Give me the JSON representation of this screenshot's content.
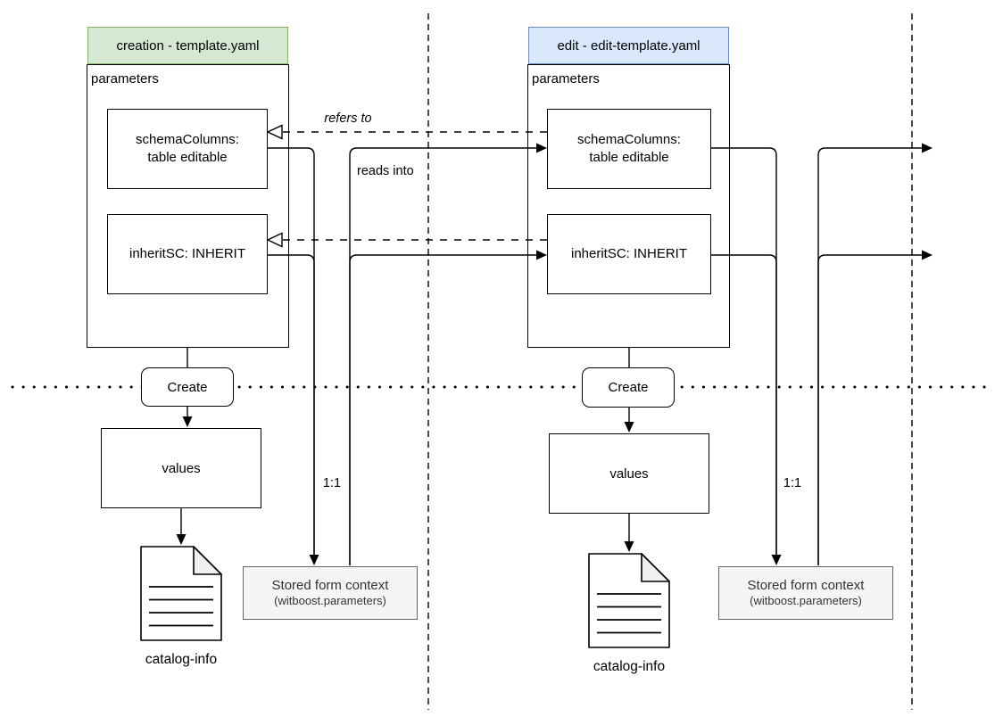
{
  "colors": {
    "creation_header_bg": "#d5e8d4",
    "creation_header_border": "#82b366",
    "edit_header_bg": "#dae8fc",
    "edit_header_border": "#6c8ebf",
    "context_box_bg": "#f5f5f5",
    "context_box_border": "#666666",
    "context_text": "#333333",
    "line_color": "#000000"
  },
  "creation": {
    "header": "creation - template.yaml",
    "parameters_label": "parameters",
    "schema_columns_line1": "schemaColumns:",
    "schema_columns_line2": "table editable",
    "inherit_sc": "inheritSC: INHERIT",
    "create_button": "Create",
    "values_box": "values",
    "document_icon": "document-icon",
    "catalog_info_label": "catalog-info",
    "stored_form_context_title": "Stored form context",
    "stored_form_context_subtitle": "(witboost.parameters)",
    "ratio_label": "1:1"
  },
  "edit": {
    "header": "edit - edit-template.yaml",
    "parameters_label": "parameters",
    "schema_columns_line1": "schemaColumns:",
    "schema_columns_line2": "table editable",
    "inherit_sc": "inheritSC: INHERIT",
    "create_button": "Create",
    "values_box": "values",
    "document_icon": "document-icon",
    "catalog_info_label": "catalog-info",
    "stored_form_context_title": "Stored form context",
    "stored_form_context_subtitle": "(witboost.parameters)",
    "ratio_label": "1:1"
  },
  "edge_labels": {
    "refers_to": "refers to",
    "reads_into": "reads into"
  }
}
